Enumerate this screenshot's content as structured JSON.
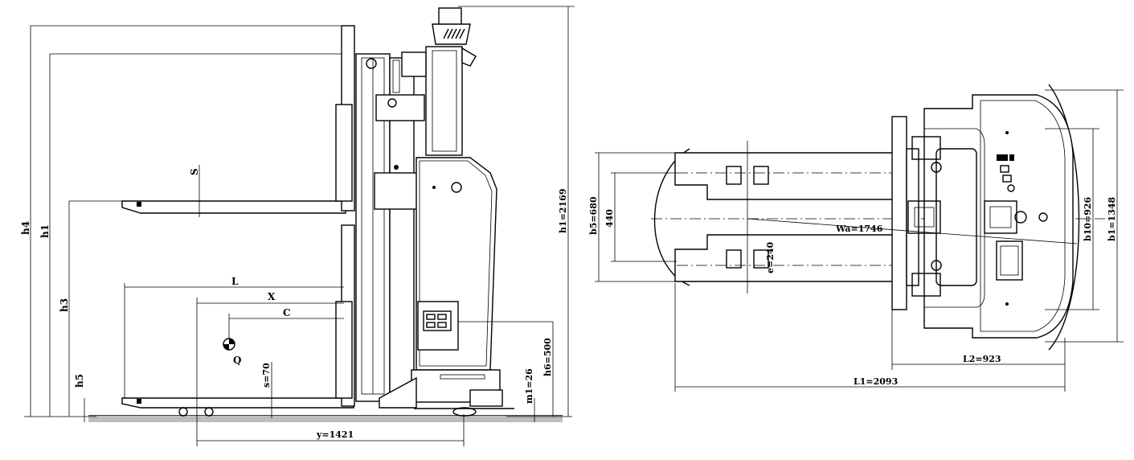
{
  "side_view": {
    "labels": {
      "h4": "h4",
      "h1": "h1",
      "h3": "h3",
      "h5": "h5",
      "S": "S",
      "L": "L",
      "X": "X",
      "C": "C",
      "Q": "Q",
      "s70": "s=70",
      "y1421": "y=1421",
      "m1": "m1=26",
      "h6": "h6=500",
      "h1_2169": "h1=2169"
    }
  },
  "top_view": {
    "labels": {
      "b5": "b5=680",
      "d440": "440",
      "e240": "e=240",
      "wa": "Wa=1746",
      "b10": "b10=926",
      "b1": "b1=1348",
      "l2": "L2=923",
      "l1": "L1=2093"
    }
  }
}
